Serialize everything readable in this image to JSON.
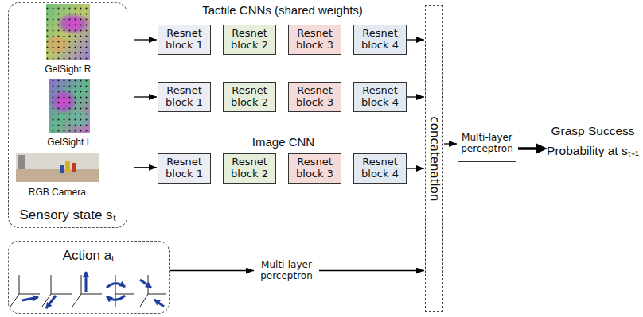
{
  "diagram": {
    "nodes": [
      {
        "text": [
          "Sensory state sₜ"
        ]
      },
      {
        "text": [
          "GelSight R"
        ],
        "in": 0
      },
      {
        "text": [
          "GelSight L"
        ],
        "in": 0
      },
      {
        "text": [
          "RGB Camera"
        ],
        "in": 0
      },
      {
        "text": [
          "Resnet block 1"
        ]
      },
      {
        "text": [
          "Resnet block 2"
        ]
      },
      {
        "text": [
          "Resnet block 3"
        ]
      },
      {
        "text": [
          "Resnet block 4"
        ]
      },
      {
        "text": [
          "Resnet block 1"
        ]
      },
      {
        "text": [
          "Resnet block 2"
        ]
      },
      {
        "text": [
          "Resnet block 3"
        ]
      },
      {
        "text": [
          "Resnet block 4"
        ]
      },
      {
        "text": [
          "Resnet block 1"
        ]
      },
      {
        "text": [
          "Resnet block 2"
        ]
      },
      {
        "text": [
          "Resnet block 3"
        ]
      },
      {
        "text": [
          "Resnet block 4"
        ]
      },
      {
        "text": [
          "concatenation"
        ]
      },
      {
        "text": [
          "Multi-layer perceptron"
        ]
      },
      {
        "text": [
          "Action aₜ"
        ]
      },
      {
        "text": [
          "Multi-layer perceptron"
        ]
      }
    ],
    "edges": [
      {
        "from": 1,
        "to": 4,
        "arrow": "to"
      },
      {
        "from": 2,
        "to": 8,
        "arrow": "to"
      },
      {
        "from": 3,
        "to": 12,
        "arrow": "to"
      },
      {
        "from": 7,
        "to": 16,
        "arrow": "to"
      },
      {
        "from": 11,
        "to": 16,
        "arrow": "to"
      },
      {
        "from": 15,
        "to": 16,
        "arrow": "to"
      },
      {
        "from": 16,
        "to": 17,
        "arrow": "to"
      },
      {
        "from": 18,
        "to": 19,
        "arrow": "to"
      },
      {
        "from": 19,
        "to": 16,
        "arrow": "to"
      }
    ],
    "labels": [
      "Tactile CNNs (shared weights)",
      "Image CNN",
      "Grasp Success Probability at sₜ₊₁"
    ]
  }
}
